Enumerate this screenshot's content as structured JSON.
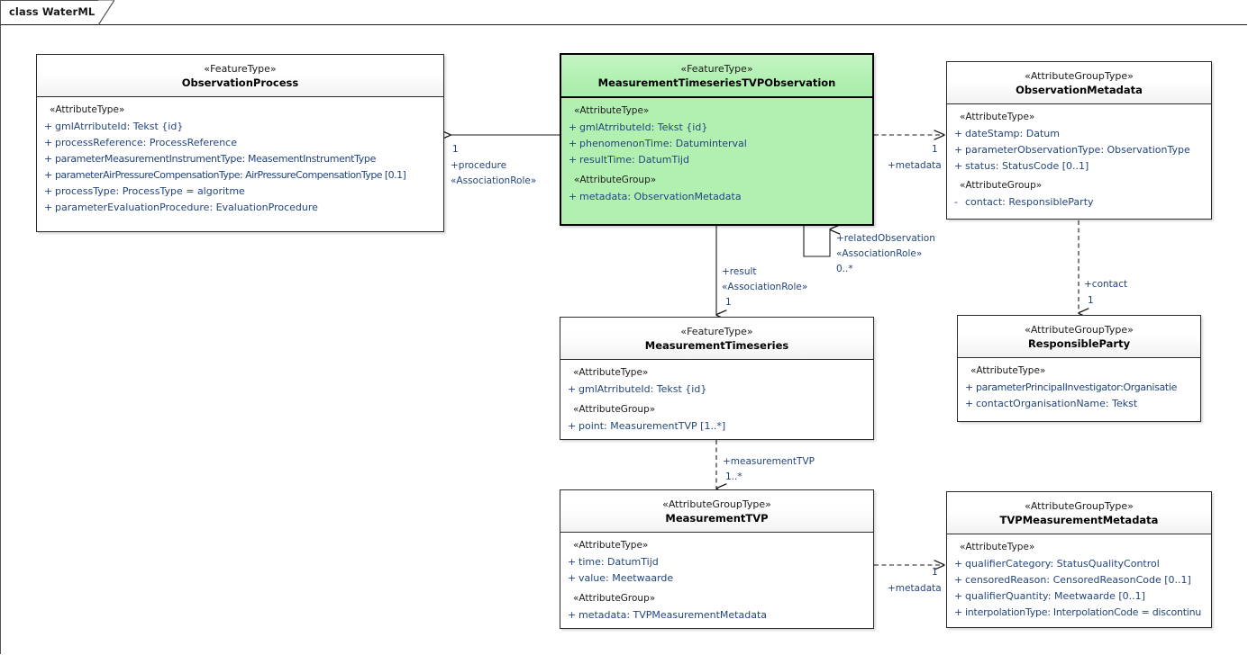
{
  "diagram": {
    "frame_title": "class WaterML",
    "accent_green": "#b2f0b2",
    "attr_text_color": "#23457c",
    "border_color": "#2b2b2b"
  },
  "classes": {
    "observation_process": {
      "stereotype": "«FeatureType»",
      "name": "ObservationProcess",
      "groups": [
        {
          "label": "«AttributeType»",
          "attributes": [
            {
              "visibility": "+",
              "text": "gmlAtrributeId: Tekst {id}"
            },
            {
              "visibility": "+",
              "text": "processReference: ProcessReference"
            },
            {
              "visibility": "+",
              "text": "parameterMeasurementInstrumentType: Measement​InstrumentType"
            },
            {
              "visibility": "+",
              "text": "parameterAirPressureCompensationType: AirPressureCompensationType [0.1]"
            },
            {
              "visibility": "+",
              "text": "processType: ProcessType = algoritme"
            },
            {
              "visibility": "+",
              "text": "parameterEvaluationProcedure: EvaluationProcedure"
            }
          ]
        }
      ]
    },
    "mt_tvp_observation": {
      "stereotype": "«FeatureType»",
      "name": "MeasurementTimeseriesTVPObservation",
      "groups": [
        {
          "label": "«AttributeType»",
          "attributes": [
            {
              "visibility": "+",
              "text": "gmlAtrributeId: Tekst {id}"
            },
            {
              "visibility": "+",
              "text": "phenomenonTime: Datuminterval"
            },
            {
              "visibility": "+",
              "text": "resultTime: DatumTijd"
            }
          ]
        },
        {
          "label": "«AttributeGroup»",
          "attributes": [
            {
              "visibility": "+",
              "text": "metadata: ObservationMetadata"
            }
          ]
        }
      ]
    },
    "observation_metadata": {
      "stereotype": "«AttributeGroupType»",
      "name": "ObservationMetadata",
      "groups": [
        {
          "label": "«AttributeType»",
          "attributes": [
            {
              "visibility": "+",
              "text": "dateStamp: Datum"
            },
            {
              "visibility": "+",
              "text": "parameterObservationType: ObservationType"
            },
            {
              "visibility": "+",
              "text": "status: StatusCode [0..1]"
            }
          ]
        },
        {
          "label": "«AttributeGroup»",
          "attributes": [
            {
              "visibility": "-",
              "text": "contact: ResponsibleParty"
            }
          ]
        }
      ]
    },
    "measurement_timeseries": {
      "stereotype": "«FeatureType»",
      "name": "MeasurementTimeseries",
      "groups": [
        {
          "label": "«AttributeType»",
          "attributes": [
            {
              "visibility": "+",
              "text": "gmlAtrributeId: Tekst {id}"
            }
          ]
        },
        {
          "label": "«AttributeGroup»",
          "attributes": [
            {
              "visibility": "+",
              "text": "point: MeasurementTVP [1..*]"
            }
          ]
        }
      ]
    },
    "responsible_party": {
      "stereotype": "«AttributeGroupType»",
      "name": "ResponsibleParty",
      "groups": [
        {
          "label": "«AttributeType»",
          "attributes": [
            {
              "visibility": "+",
              "text": "parameterPrincipalInvestigator:Organisatie"
            },
            {
              "visibility": "+",
              "text": "contactOrganisationName: Tekst"
            }
          ]
        }
      ]
    },
    "measurement_tvp": {
      "stereotype": "«AttributeGroupType»",
      "name": "MeasurementTVP",
      "groups": [
        {
          "label": "«AttributeType»",
          "attributes": [
            {
              "visibility": "+",
              "text": "time: DatumTijd"
            },
            {
              "visibility": "+",
              "text": "value: Meetwaarde"
            }
          ]
        },
        {
          "label": "«AttributeGroup»",
          "attributes": [
            {
              "visibility": "+",
              "text": "metadata: TVPMeasurementMetadata"
            }
          ]
        }
      ]
    },
    "tvp_measurement_metadata": {
      "stereotype": "«AttributeGroupType»",
      "name": "TVPMeasurementMetadata",
      "groups": [
        {
          "label": "«AttributeType»",
          "attributes": [
            {
              "visibility": "+",
              "text": "qualifierCategory: StatusQualityControl"
            },
            {
              "visibility": "+",
              "text": "censoredReason: CensoredReasonCode [0..1]"
            },
            {
              "visibility": "+",
              "text": "qualifierQuantity: Meetwaarde [0..1]"
            },
            {
              "visibility": "+",
              "text": "interpolationType: InterpolationCode = discontinu"
            }
          ]
        }
      ]
    }
  },
  "connectors": {
    "procedure": {
      "multiplicity": "1",
      "role": "+procedure",
      "stereotype": "«AssociationRole»"
    },
    "metadata_top": {
      "multiplicity": "1",
      "role": "+metadata"
    },
    "related_observation": {
      "role": "+relatedObservation",
      "stereotype": "«AssociationRole»",
      "multiplicity": "0..*"
    },
    "result": {
      "role": "+result",
      "stereotype": "«AssociationRole»",
      "multiplicity": "1"
    },
    "contact": {
      "role": "+contact",
      "multiplicity": "1"
    },
    "measurement_tvp_link": {
      "role": "+measurementTVP",
      "multiplicity": "1..*"
    },
    "metadata_bottom": {
      "multiplicity": "1",
      "role": "+metadata"
    }
  }
}
